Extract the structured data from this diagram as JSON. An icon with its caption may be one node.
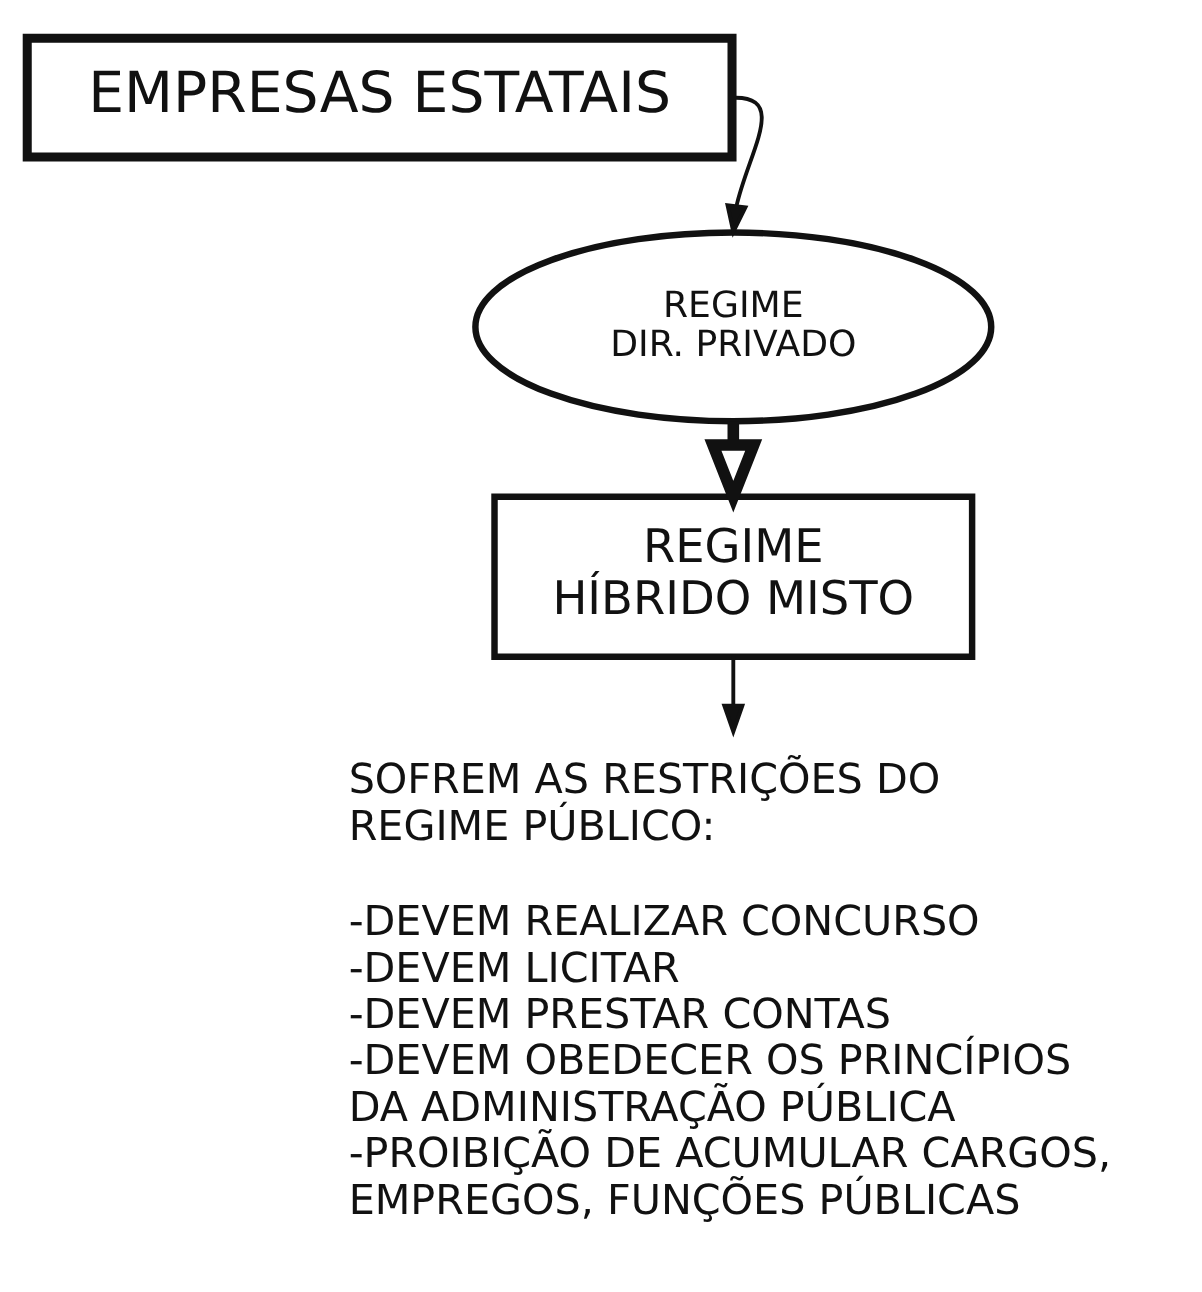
{
  "diagram": {
    "nodes": [
      {
        "text": [
          "EMPRESAS ESTATAIS"
        ]
      },
      {
        "text": [
          "REGIME DIR. PRIVADO"
        ]
      },
      {
        "text": [
          "REGIME HÍBRIDO MISTO"
        ]
      },
      {
        "text": [
          "SOFREM AS RESTRIÇÕES DO REGIME PÚBLICO:",
          "-DEVEM REALIZAR CONCURSO",
          "-DEVEM LICITAR",
          "-DEVEM PRESTAR CONTAS",
          "-DEVEM OBEDECER OS PRINCÍPIOS DA ADMINISTRAÇÃO PÚBLICA",
          "-PROIBIÇÃO DE ACUMULAR CARGOS, EMPREGOS, FUNÇÕES PÚBLICAS"
        ]
      }
    ],
    "edges": [
      {
        "from": 0,
        "to": 1,
        "arrow": "to"
      },
      {
        "from": 1,
        "to": 2,
        "arrow": "to",
        "style": "thick"
      },
      {
        "from": 2,
        "to": 3,
        "arrow": "to"
      }
    ]
  }
}
